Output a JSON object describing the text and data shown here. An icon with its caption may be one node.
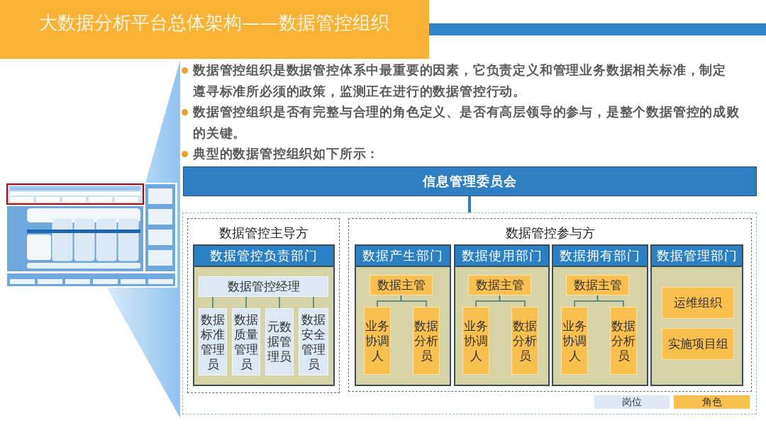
{
  "diagram": {
    "title": "大数据分析平台总体架构——数据管控组织",
    "nodes": [
      {
        "text": [
          "信息管理委员会"
        ]
      },
      {
        "text": [],
        "shape": "box"
      },
      {
        "text": [
          "数据管控主导方"
        ],
        "in": 1
      },
      {
        "text": [
          "数据管控负责部门"
        ],
        "in": 2
      },
      {
        "text": [
          "数据管控经理"
        ],
        "in": 3
      },
      {
        "text": [
          "数据标准管理员"
        ],
        "in": 3
      },
      {
        "text": [
          "数据质量管理员"
        ],
        "in": 3
      },
      {
        "text": [
          "元数据管理员"
        ],
        "in": 3
      },
      {
        "text": [
          "数据安全管理员"
        ],
        "in": 3
      },
      {
        "text": [
          "数据管控参与方"
        ],
        "in": 1
      },
      {
        "text": [
          "数据产生部门"
        ],
        "in": 9
      },
      {
        "text": [
          "数据主管"
        ],
        "in": 10
      },
      {
        "text": [
          "业务协调人"
        ],
        "in": 10
      },
      {
        "text": [
          "数据分析员"
        ],
        "in": 10
      },
      {
        "text": [
          "数据使用部门"
        ],
        "in": 9
      },
      {
        "text": [
          "数据主管"
        ],
        "in": 14
      },
      {
        "text": [
          "业务协调人"
        ],
        "in": 14
      },
      {
        "text": [
          "数据分析员"
        ],
        "in": 14
      },
      {
        "text": [
          "数据拥有部门"
        ],
        "in": 9
      },
      {
        "text": [
          "数据主管"
        ],
        "in": 18
      },
      {
        "text": [
          "业务协调人"
        ],
        "in": 18
      },
      {
        "text": [
          "数据分析员"
        ],
        "in": 18
      },
      {
        "text": [
          "数据管理部门"
        ],
        "in": 9
      },
      {
        "text": [
          "运维组织"
        ],
        "in": 22
      },
      {
        "text": [
          "实施项目组"
        ],
        "in": 22
      }
    ],
    "edges": [
      {
        "from": 0,
        "to": 1,
        "arrow": "none",
        "style": "thick",
        "color": "#2e7fc1"
      },
      {
        "from": 4,
        "to": 5,
        "arrow": "none"
      },
      {
        "from": 4,
        "to": 6,
        "arrow": "none"
      },
      {
        "from": 4,
        "to": 7,
        "arrow": "none"
      },
      {
        "from": 4,
        "to": 8,
        "arrow": "none"
      },
      {
        "from": 11,
        "to": 12,
        "arrow": "none"
      },
      {
        "from": 11,
        "to": 13,
        "arrow": "none"
      },
      {
        "from": 15,
        "to": 16,
        "arrow": "none"
      },
      {
        "from": 15,
        "to": 17,
        "arrow": "none"
      },
      {
        "from": 19,
        "to": 20,
        "arrow": "none"
      },
      {
        "from": 19,
        "to": 21,
        "arrow": "none"
      }
    ],
    "labels": [
      "数据管控组织是数据管控体系中最重要的因素，它负责定义和管理业务数据相关标准，制定遵寻标准所必须的政策，监测正在进行的数据管控行动。",
      "数据管控组织是否有完整与合理的角色定义、是否有高层领导的参与，是整个数据管控的成败的关键。",
      "典型的数据管控组织如下所示："
    ],
    "legend": [
      {
        "text": "岗位",
        "color": "#dce9f5"
      },
      {
        "text": "角色",
        "color": "#f9c04f"
      }
    ]
  }
}
